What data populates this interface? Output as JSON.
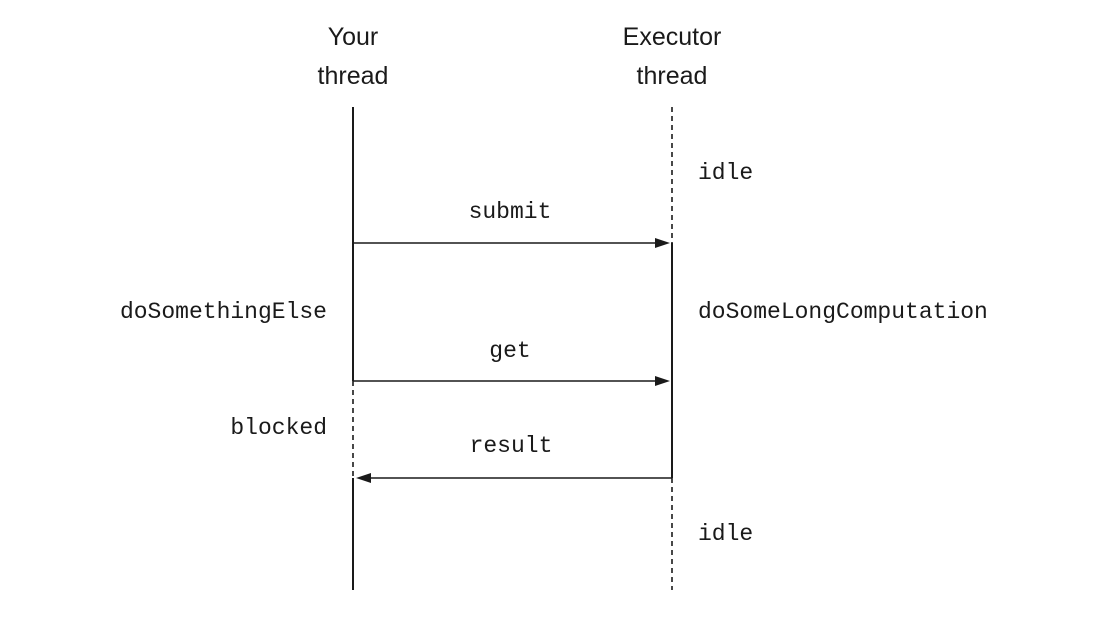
{
  "lanes": {
    "your_thread": {
      "title_line1": "Your",
      "title_line2": "thread"
    },
    "executor_thread": {
      "title_line1": "Executor",
      "title_line2": "thread"
    }
  },
  "messages": {
    "submit": "submit",
    "get": "get",
    "result": "result"
  },
  "states": {
    "idle_top": "idle",
    "do_something_else": "doSomethingElse",
    "do_some_long_computation": "doSomeLongComputation",
    "blocked": "blocked",
    "idle_bottom": "idle"
  }
}
